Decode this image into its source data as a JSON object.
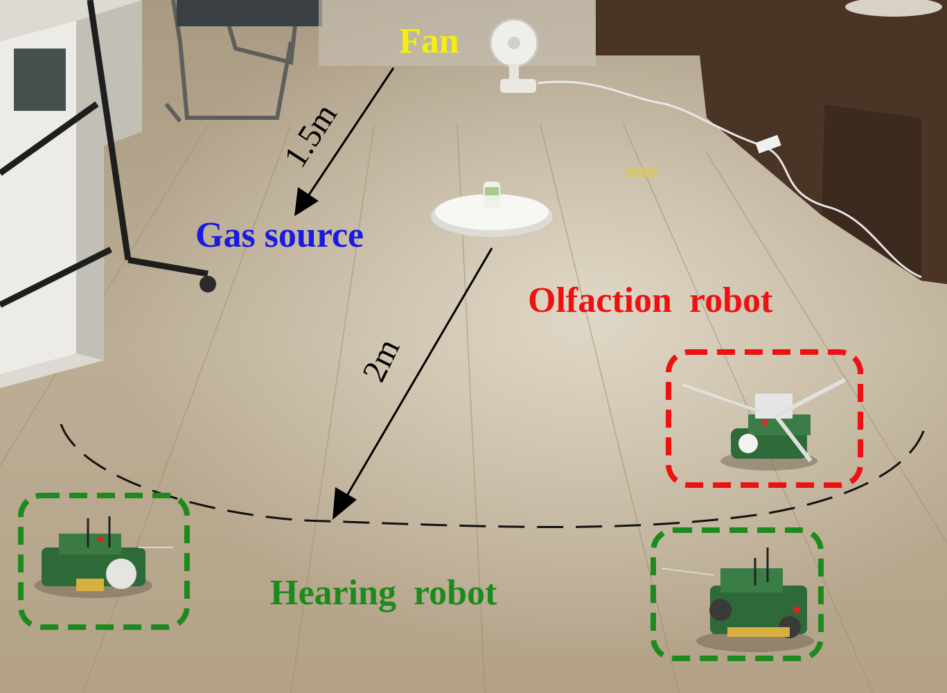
{
  "labels": {
    "fan": "Fan",
    "gas_source": "Gas source",
    "olfaction_robot": "Olfaction  robot",
    "hearing_robot": "Hearing  robot",
    "distance_fan_to_source": "1.5m",
    "distance_source_to_robots": "2m"
  },
  "colors": {
    "fan": "#f5ee10",
    "gas_source": "#1a1ae0",
    "olfaction_robot": "#ee1111",
    "hearing_robot": "#1d8a1d",
    "arrows": "#000000",
    "floor": "#b9a88e"
  }
}
